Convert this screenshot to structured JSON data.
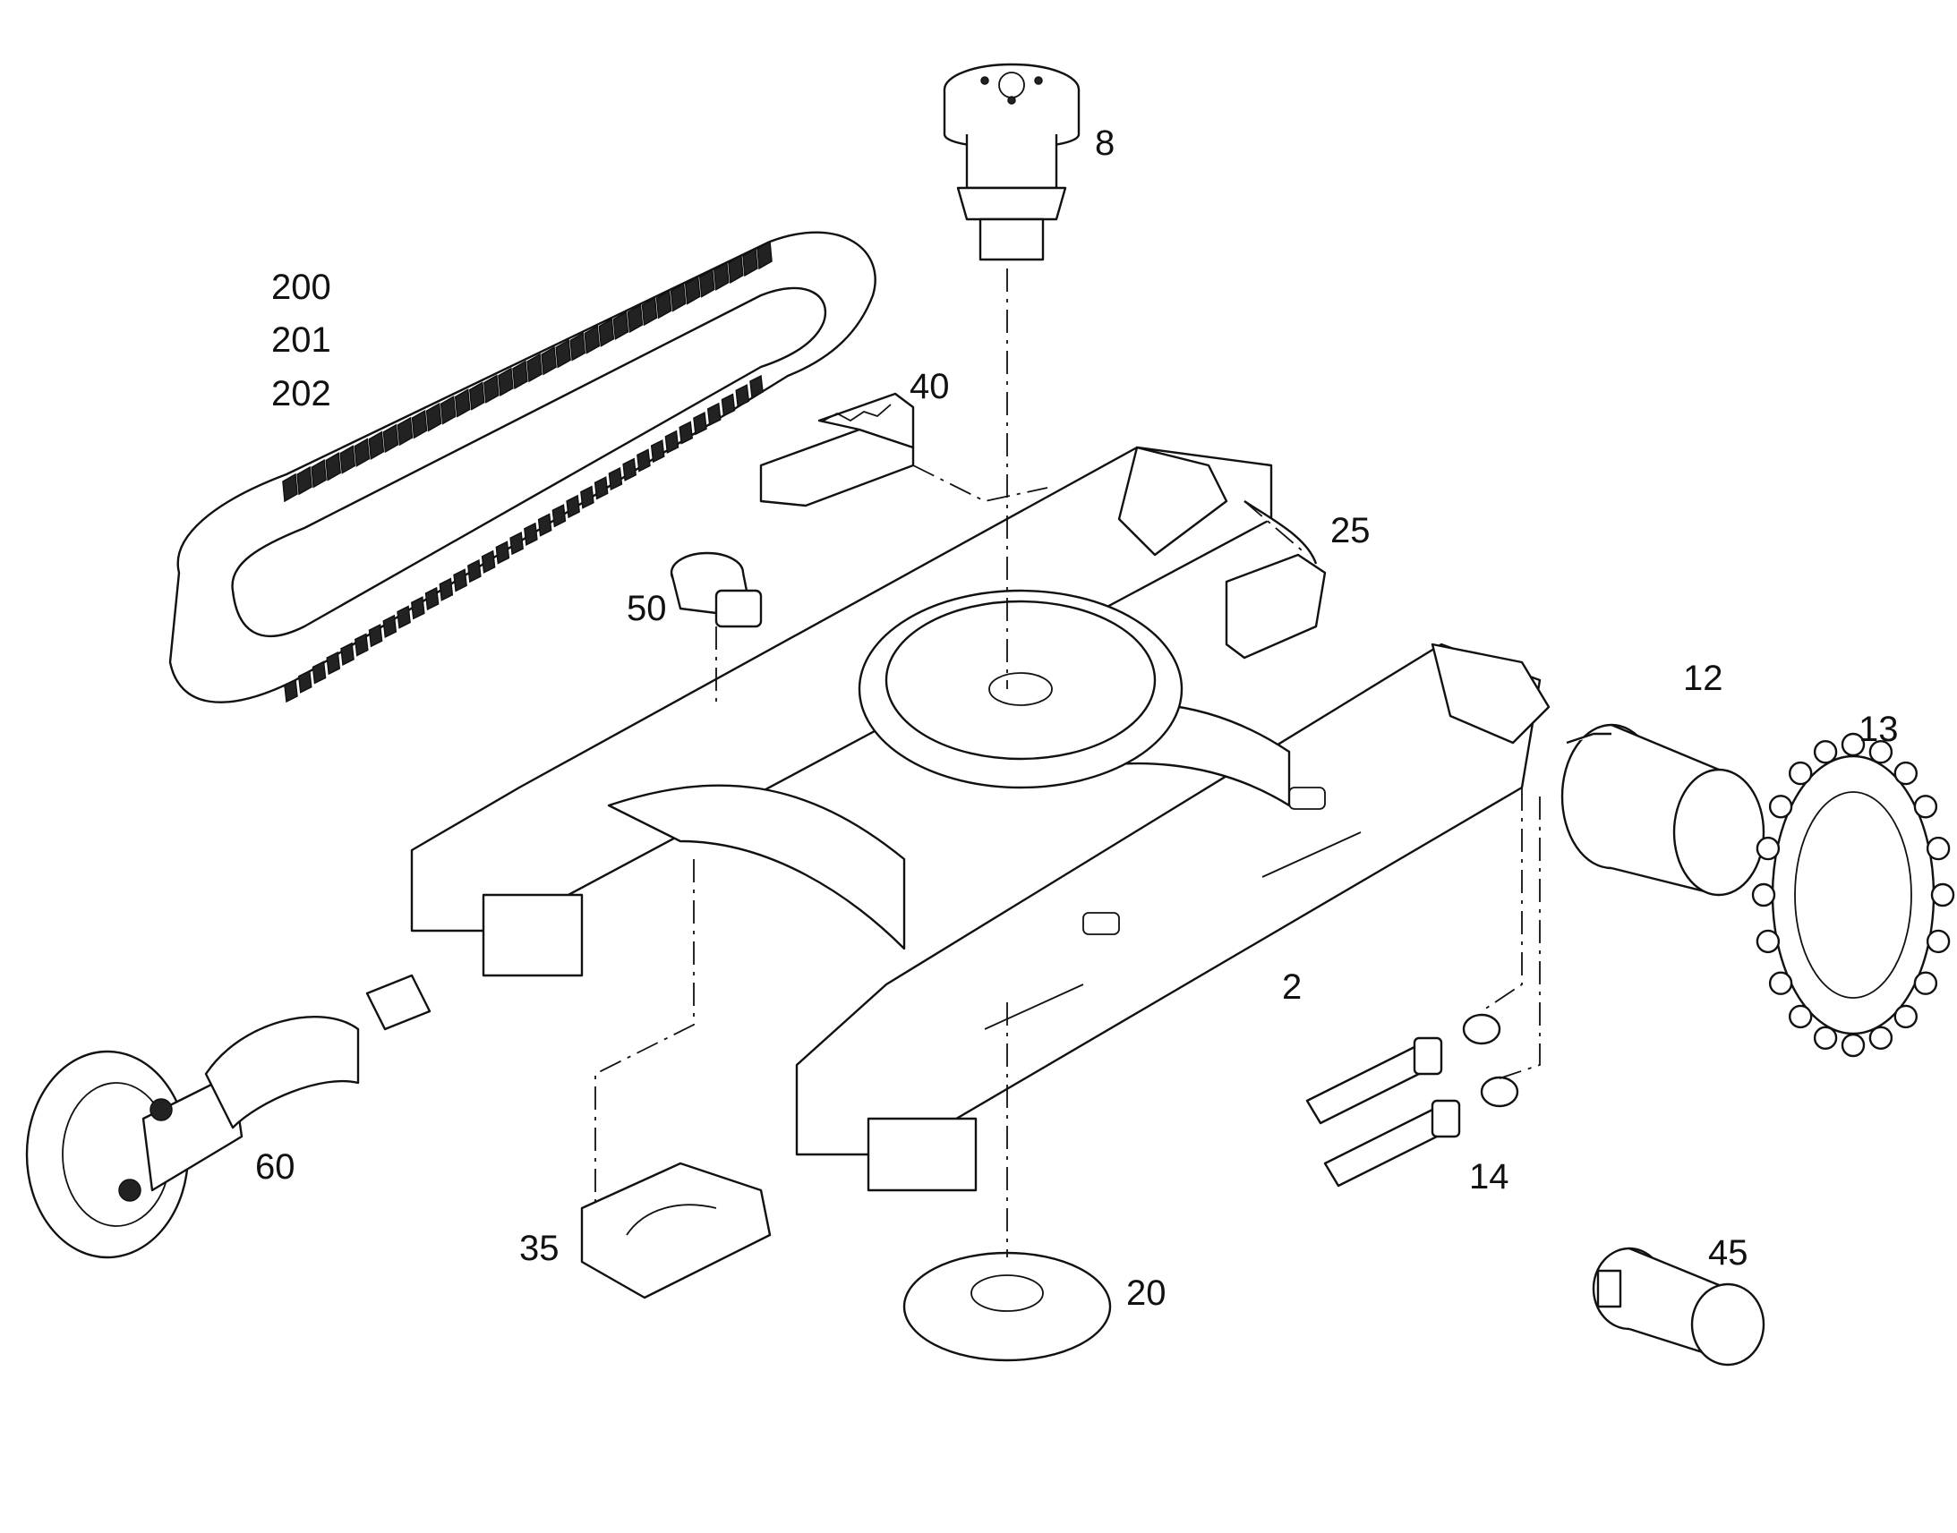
{
  "callouts": {
    "c8": "8",
    "c200": "200",
    "c201": "201",
    "c202": "202",
    "c40": "40",
    "c25": "25",
    "c50": "50",
    "c12": "12",
    "c13": "13",
    "c2": "2",
    "c60": "60",
    "c14": "14",
    "c45": "45",
    "c35": "35",
    "c20": "20"
  },
  "colors": {
    "line": "#111111",
    "background": "#ffffff"
  }
}
